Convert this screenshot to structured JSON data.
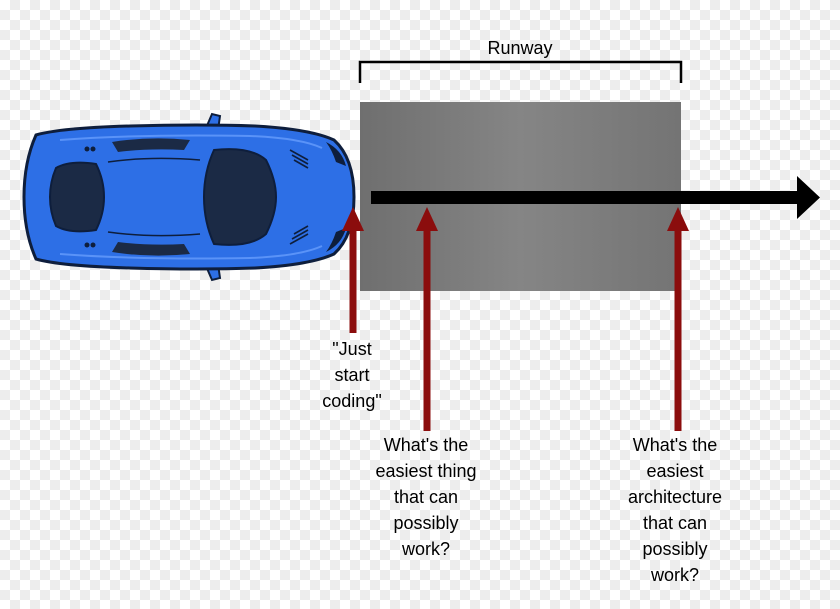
{
  "labels": {
    "runway": "Runway",
    "just_start": "\"Just\nstart\ncoding\"",
    "easiest_thing": "What's the\neasiest thing\nthat can\npossibly\nwork?",
    "easiest_architecture": "What's the\neasiest\narchitecture\nthat can\npossibly\nwork?"
  },
  "colors": {
    "runway": "#7a7a7a",
    "car_body": "#2d6fe6",
    "car_window": "#1b2a45",
    "arrow_main": "#000000",
    "pointer_arrows": "#8b0d0d"
  }
}
